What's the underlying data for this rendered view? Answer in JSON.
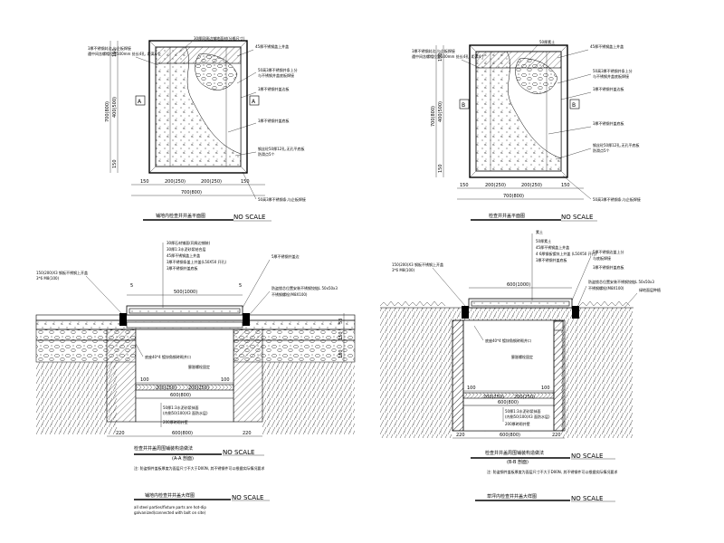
{
  "plan_a": {
    "title": "铺地内检查井井盖平面图",
    "scale": "NO SCALE",
    "section_mark": "A",
    "notes": [
      "30厚同周边铺地面材(分格尺寸)",
      "45厚不锈钢盖上井盖",
      "3厚不锈钢封边,与企板焊接",
      "遇中间含螺帽位置500mm 处长4孔, 距离4个",
      "50高3厚不锈钢井条上分",
      "与不锈钢井盖底板焊接",
      "3厚不锈钢井盖边板",
      "3厚不锈钢井盖底板",
      "钢丝砼50厚12孔,无孔平底板",
      "防滑点5个",
      "50高3厚不锈钢条,与企板焊接"
    ],
    "dims_h": [
      "150",
      "200(250)",
      "200(250)",
      "150",
      "700(800)"
    ],
    "dims_v": [
      "150",
      "400(500)",
      "150",
      "700(800)"
    ]
  },
  "plan_b": {
    "title": "检查井井盖平面图",
    "scale": "NO SCALE",
    "section_mark": "B",
    "notes": [
      "50厚素土",
      "45厚不锈钢盖上井盖",
      "3厚不锈钢封边,与企板焊接",
      "遇中间含螺帽位置500mm 处长4孔, 距离4个",
      "50高3厚不锈钢井条上分",
      "与不锈钢井盖底板焊接",
      "3厚不锈钢井盖边板",
      "3厚不锈钢井盖底板",
      "钢丝砼50厚12孔,无孔平底板",
      "防滑点5个",
      "50高3厚不锈钢条,与企板焊接"
    ],
    "dims_h": [
      "150",
      "200(250)",
      "200(250)",
      "150",
      "700(800)"
    ],
    "dims_v": [
      "150",
      "400(500)",
      "150",
      "700(800)"
    ]
  },
  "section_a": {
    "title": "检查井井盖周围铺装构造做法",
    "subtitle": "(A-A 剖面)",
    "scale": "NO SCALE",
    "note": "注: 防盗钢件盖板厚度为面层尺寸不大于D00N, 其不锈钢件可以根据实际情况要求",
    "callouts_top": [
      "30厚石材铺面(同周边铺装)",
      "30厚1:3水泥砂浆结合层",
      "45厚不锈钢盖上井盖",
      "3厚不锈钢条盖上井盖(L50X50 开孔)",
      "3厚不锈钢井盖底板",
      "5厚不锈钢井盖边"
    ],
    "callouts_left": [
      "150(200)X3 钢板不锈钢上开盖",
      "3*6 M8(100)"
    ],
    "callouts_mid": [
      "防盗锁芯位置安装不锈钢铰链L 50x50x3",
      "不锈钢螺栓(M8X100)",
      "底座40*4 镀锌角钢砖砌井口",
      "膨胀螺栓固定"
    ],
    "callouts_bottom": [
      "50厚1:3水泥砂浆抹面",
      "(内侧50(100)X3 面防水层)",
      "200厚砖砌井壁"
    ],
    "dims_top": [
      "500(1000)",
      "5",
      "5"
    ],
    "dims_inner": [
      "100",
      "200(250)",
      "200(250)",
      "100",
      "600(800)"
    ],
    "dims_bottom": [
      "220",
      "600(800)",
      "220"
    ],
    "dims_right": [
      "53",
      "150",
      "180"
    ]
  },
  "section_b": {
    "title": "绿地内检查井井盖大样图",
    "scale": "NO SCALE",
    "caption": "检查井井盖周围铺装构造做法",
    "subtitle": "(B-B 剖面)",
    "note": "注: 防盗钢件盖板厚度为面层尺寸不大于D00N, 其不锈钢件可以根据实际情况要求",
    "callouts_top": [
      "素土",
      "50厚素土",
      "45厚不锈钢盖上井盖",
      "4 6厚钢板镀锌上井盖 (L50X50 开孔)",
      "3厚不锈钢井盖底板",
      "5厚不锈钢边盖上分",
      "与底板焊接",
      "3厚不锈钢井盖底板",
      "防盗锁芯位置安装不锈钢铰链L 50x50x3",
      "不锈钢螺栓(M8X100)"
    ],
    "callouts_left": [
      "150(200)X3 钢板不锈钢上开盖",
      "3*6 M8(100)"
    ],
    "callouts_mid": [
      "底座40*4 镀锌角钢砖砌井口",
      "膨胀螺栓固定"
    ],
    "callouts_bottom": [
      "50厚1:3水泥砂浆抹面",
      "(内侧50(100)X3 面防水层)",
      "200厚砖砌井壁"
    ],
    "side_label": "绿地面层种植",
    "dims_top": [
      "600(1000)"
    ],
    "dims_inner": [
      "100",
      "200(250)",
      "200(250)",
      "100",
      "600(800)"
    ],
    "dims_bottom": [
      "220",
      "600(800)",
      "220"
    ]
  },
  "detail_c": {
    "title": "铺地内检查井井盖大样图",
    "scale": "NO SCALE",
    "note_lines": [
      "all steel parties/fixture parts are hot-dip",
      "galvanized(connected with bolt on site)"
    ]
  },
  "detail_d": {
    "title": "草坪内检查井井盖大样图",
    "scale": "NO SCALE"
  }
}
